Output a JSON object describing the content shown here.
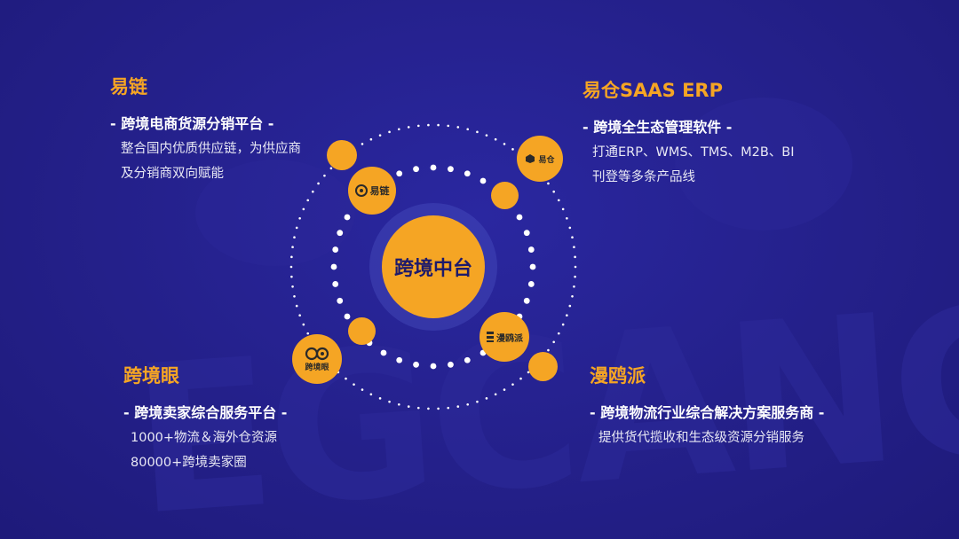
{
  "center": {
    "label": "跨境中台"
  },
  "sections": {
    "yilian": {
      "title": "易链",
      "subtitle": "- 跨境电商货源分销平台 -",
      "lines": [
        "整合国内优质供应链，为供应商",
        "及分销商双向赋能"
      ]
    },
    "yicang": {
      "title": "易仓SAAS ERP",
      "subtitle": "- 跨境全生态管理软件 -",
      "lines": [
        "打通ERP、WMS、TMS、M2B、BI",
        "刊登等多条产品线"
      ]
    },
    "kuajingyan": {
      "title": "跨境眼",
      "subtitle": "- 跨境卖家综合服务平台 -",
      "lines": [
        "1000+物流＆海外仓资源",
        "80000+跨境卖家圈"
      ]
    },
    "manoupai": {
      "title": "漫鸥派",
      "subtitle": "- 跨境物流行业综合解决方案服务商 -",
      "lines": [
        "提供货代揽收和生态级资源分销服务"
      ]
    }
  },
  "logos": {
    "yilian": {
      "text": "易链",
      "icon": "yilian-logo-icon"
    },
    "yicang": {
      "text": "易仓",
      "icon": "yicang-logo-icon"
    },
    "kuajingyan": {
      "text": "跨境眼",
      "icon": "kuajingyan-logo-icon"
    },
    "manoupai": {
      "text": "漫鸥派",
      "icon": "manoupai-logo-icon"
    }
  },
  "colors": {
    "background": "#24208a",
    "accent": "#f5a524",
    "text": "#ffffff"
  }
}
